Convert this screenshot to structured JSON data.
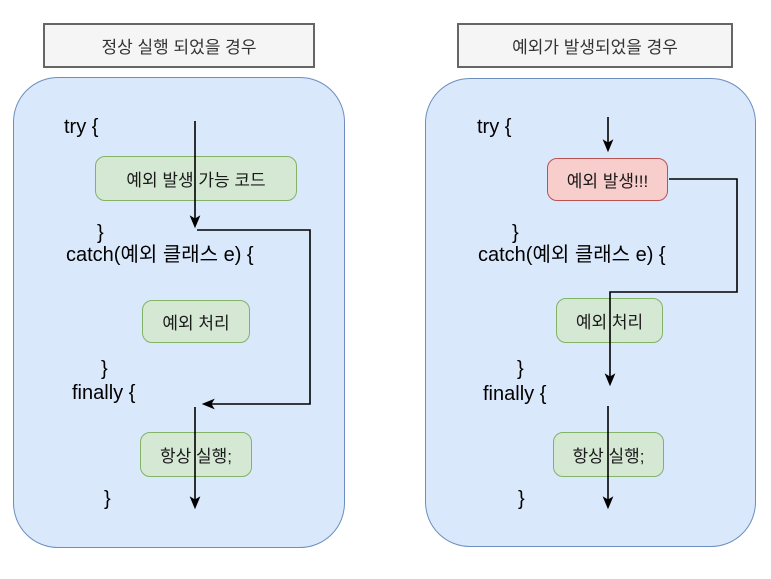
{
  "colors": {
    "container_fill": "#dae8fc",
    "container_border": "#6c8ebf",
    "node_green_fill": "#d5e8d4",
    "node_green_border": "#82b366",
    "node_red_fill": "#f8cecc",
    "node_red_border": "#b85450",
    "title_fill": "#f5f5f5",
    "title_border": "#666666",
    "line_color": "#000000"
  },
  "panels": [
    {
      "title": "정상 실행 되었을 경우",
      "code": {
        "try_open": "try {",
        "try_close": "}",
        "catch_open": "catch(예외 클래스 e) {",
        "catch_close": "}",
        "finally_open": "finally {",
        "finally_close": "}"
      },
      "nodes": {
        "try_body": "예외 발생 가능 코드",
        "catch_body": "예외 처리",
        "finally_body": "항상 실행;"
      }
    },
    {
      "title": "예외가 발생되었을 경우",
      "code": {
        "try_open": "try {",
        "try_close": "}",
        "catch_open": "catch(예외 클래스 e) {",
        "catch_close": "}",
        "finally_open": "finally {",
        "finally_close": "}"
      },
      "nodes": {
        "try_body": "예외 발생!!!",
        "catch_body": "예외 처리",
        "finally_body": "항상 실행;"
      }
    }
  ]
}
